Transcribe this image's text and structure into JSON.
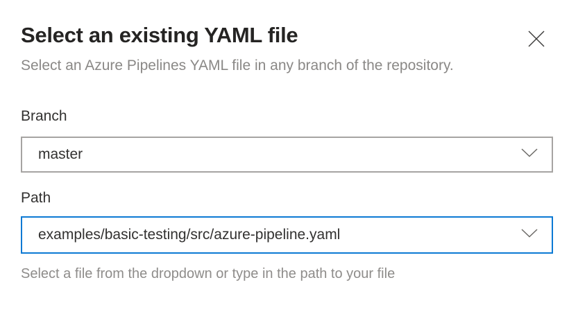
{
  "dialog": {
    "title": "Select an existing YAML file",
    "subtitle": "Select an Azure Pipelines YAML file in any branch of the repository."
  },
  "branch": {
    "label": "Branch",
    "value": "master"
  },
  "path": {
    "label": "Path",
    "value": "examples/basic-testing/src/azure-pipeline.yaml",
    "helper": "Select a file from the dropdown or type in the path to your file"
  },
  "icons": {
    "close": "close-icon",
    "chevron": "chevron-down-icon"
  },
  "colors": {
    "accent_focus_border": "#0b79d4",
    "field_border_gray": "#a6a4a2",
    "title_text": "#252423",
    "body_text": "#323130",
    "muted_text": "#8a8886",
    "background": "#ffffff"
  }
}
